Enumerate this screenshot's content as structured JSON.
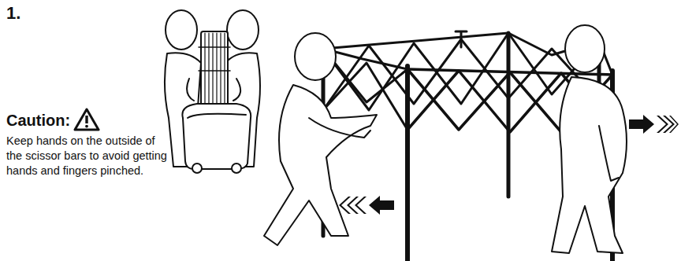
{
  "diagram": {
    "labels": [
      "1.",
      "Caution:",
      "Keep hands on the outside of the scissor bars to avoid getting hands and fingers pinched."
    ]
  }
}
